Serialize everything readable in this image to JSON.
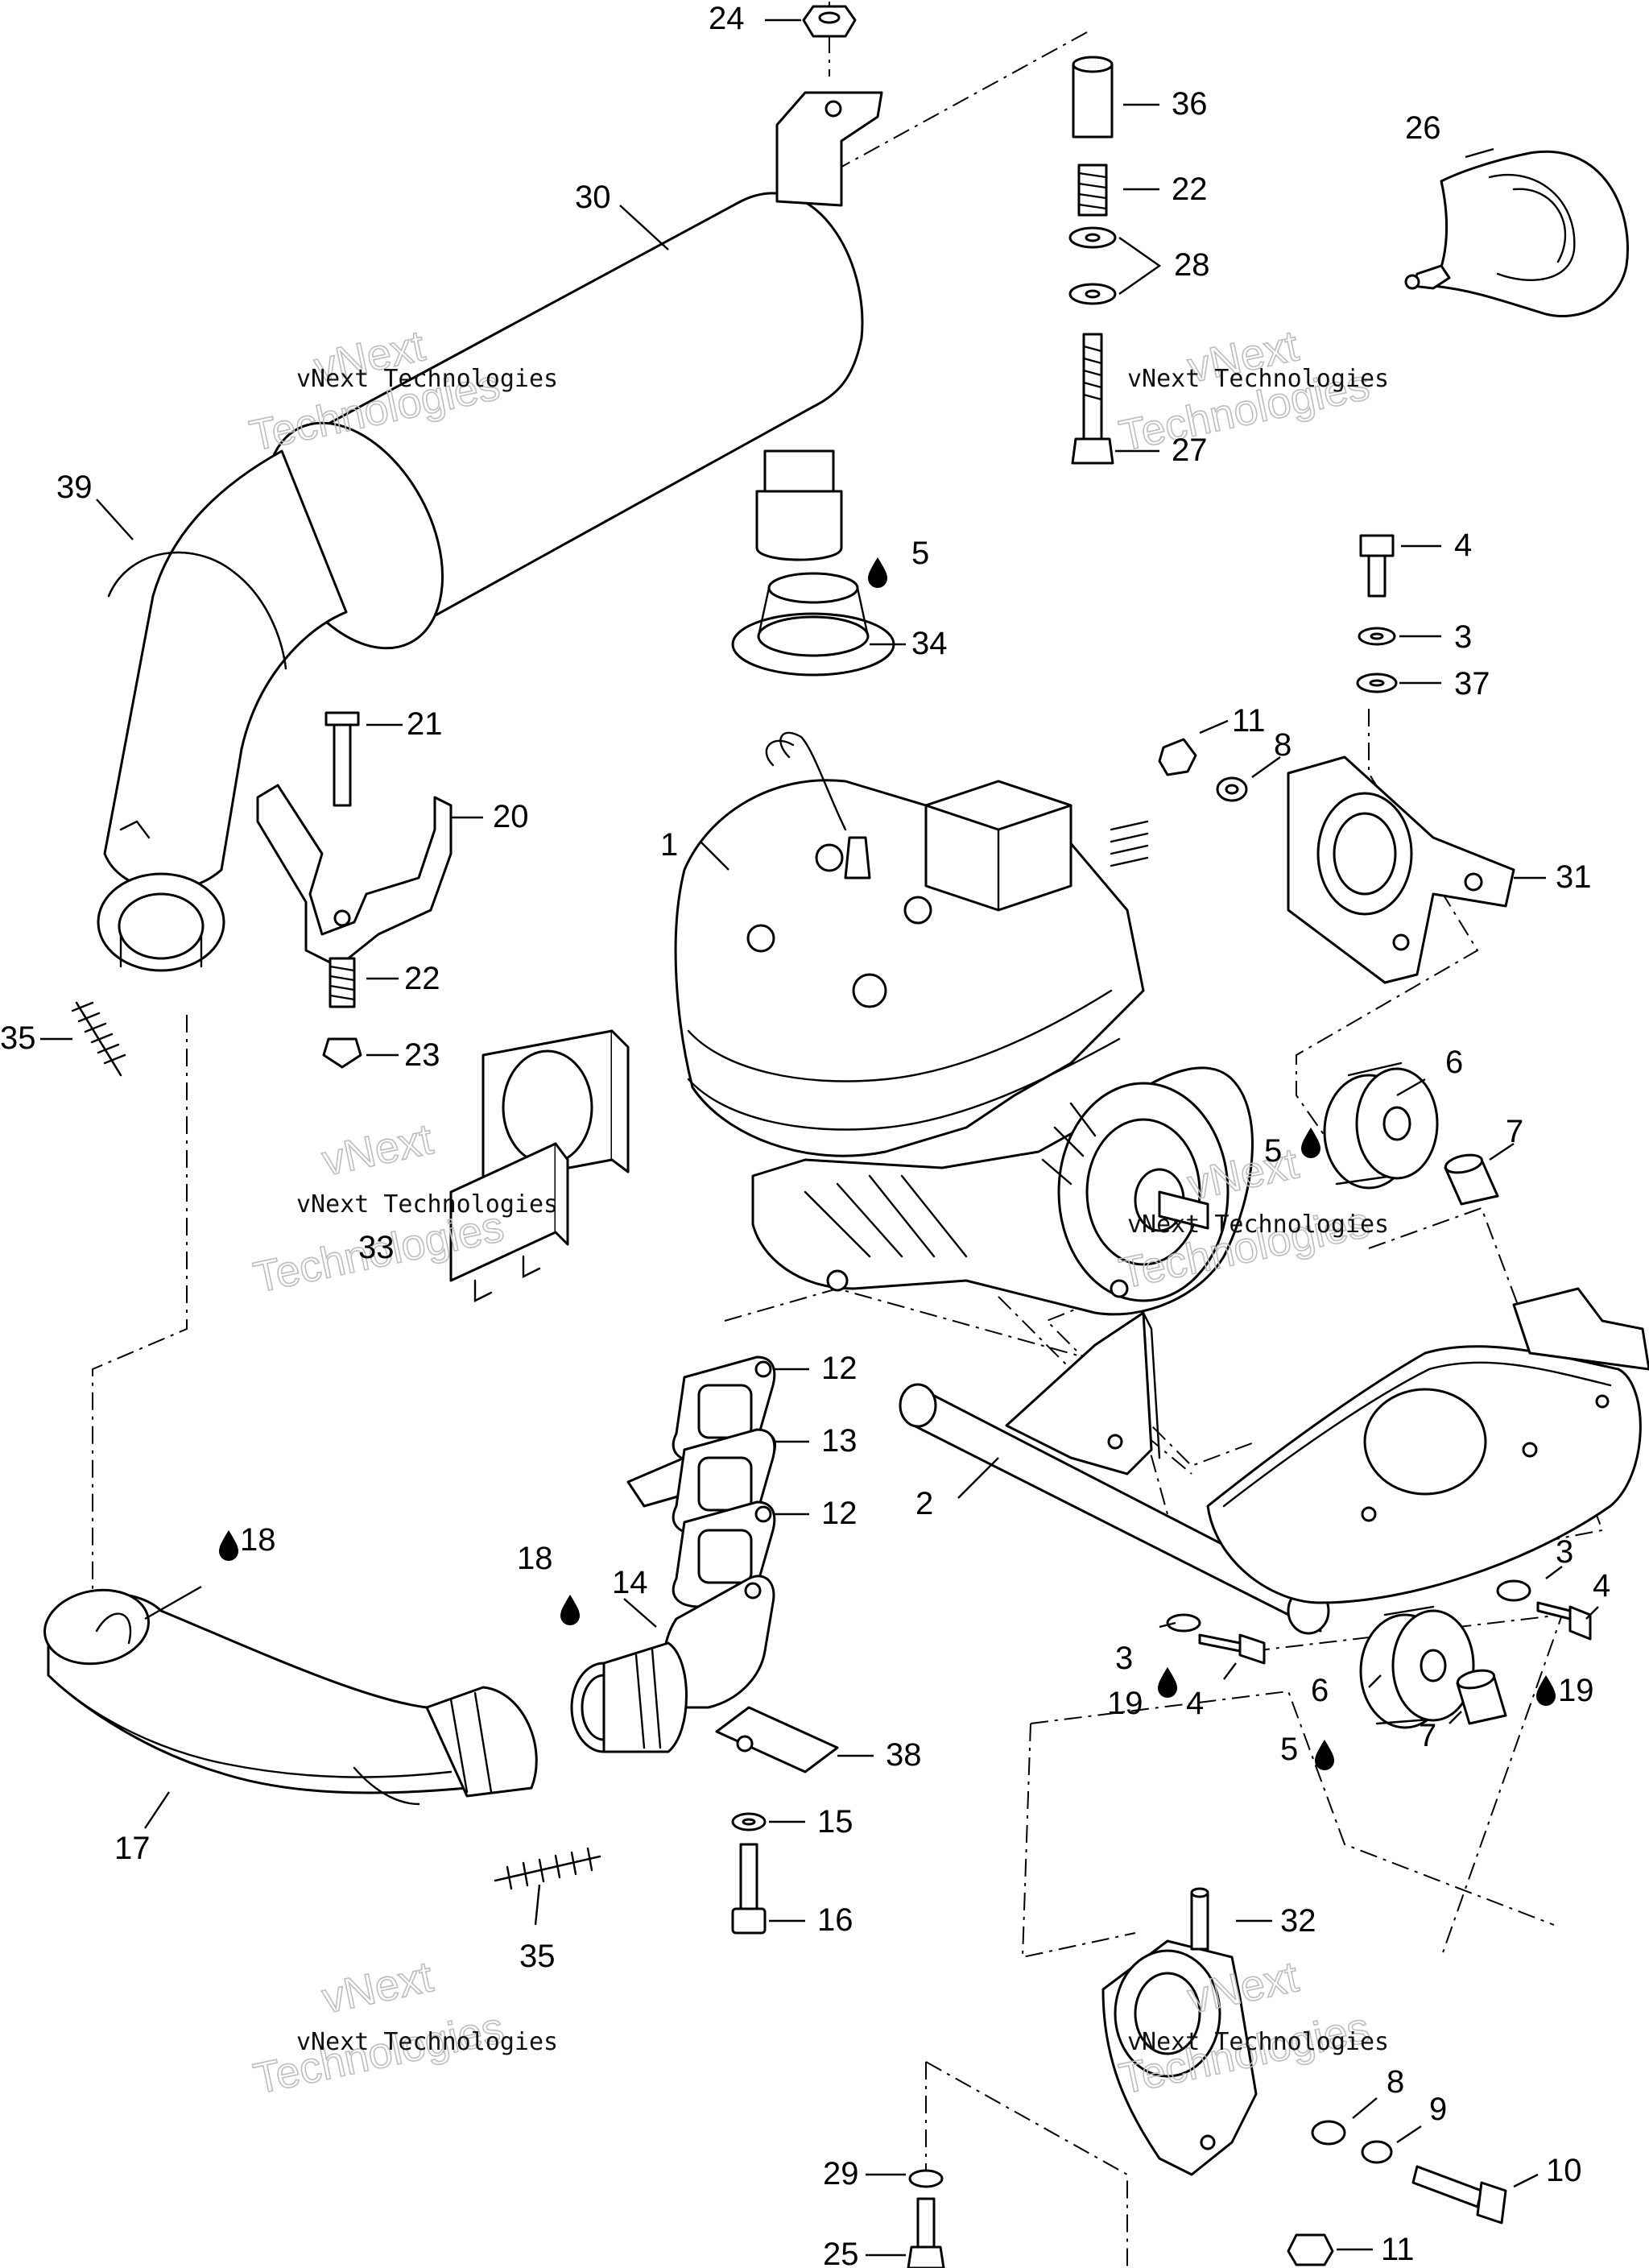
{
  "labels": {
    "l1": "1",
    "l2": "2",
    "l3a": "3",
    "l3b": "3",
    "l3c": "3",
    "l4a": "4",
    "l4b": "4",
    "l4c": "4",
    "l5a": "5",
    "l5b": "5",
    "l5c": "5",
    "l6a": "6",
    "l6b": "6",
    "l7a": "7",
    "l7b": "7",
    "l8a": "8",
    "l8b": "8",
    "l9": "9",
    "l10": "10",
    "l11a": "11",
    "l11b": "11",
    "l12a": "12",
    "l12b": "12",
    "l13": "13",
    "l14": "14",
    "l15": "15",
    "l16": "16",
    "l17": "17",
    "l18a": "18",
    "l18b": "18",
    "l19a": "19",
    "l19b": "19",
    "l20": "20",
    "l21": "21",
    "l22a": "22",
    "l22b": "22",
    "l23": "23",
    "l24": "24",
    "l25": "25",
    "l26": "26",
    "l27": "27",
    "l28": "28",
    "l29": "29",
    "l30": "30",
    "l31": "31",
    "l32": "32",
    "l33": "33",
    "l34": "34",
    "l35a": "35",
    "l35b": "35",
    "l36": "36",
    "l37": "37",
    "l38": "38",
    "l39": "39"
  },
  "watermark": {
    "line1": "vNext Technologies",
    "line2a": "vNext",
    "line2b": "Technologies"
  },
  "icons": {
    "lubricant": "oil-drop-icon"
  }
}
